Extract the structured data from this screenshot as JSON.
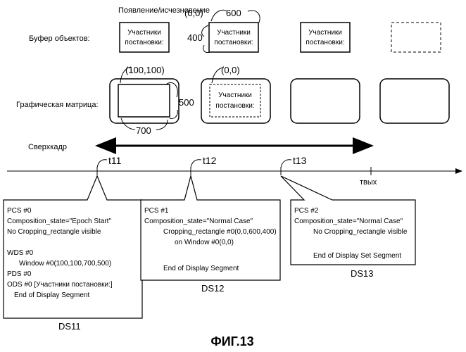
{
  "top_label": "Появление/исчезновение",
  "object_buffer": {
    "label": "Буфер объектов:",
    "box_line1": "Участники",
    "box_line2": "постановки:",
    "origin": "(0,0)",
    "width": "600",
    "height": "400"
  },
  "graphics_plane": {
    "label": "Графическая матрица:",
    "origin_window": "(100,100)",
    "origin_crop": "(0,0)",
    "window_width": "700",
    "window_height": "500"
  },
  "superframe_label": "Сверхкадр",
  "timeline": {
    "t11": "t11",
    "t12": "t12",
    "t13": "t13",
    "tout": "твых"
  },
  "ds11": {
    "lines": [
      "PCS #0",
      "Composition_state=\"Epoch Start\"",
      "No Cropping_rectangle visible",
      "",
      "WDS #0",
      "Window #0(100,100,700,500)",
      "PDS #0",
      "ODS #0 [Участники постановки:]",
      "End of Display Segment"
    ],
    "caption": "DS11"
  },
  "ds12": {
    "lines": [
      "PCS #1",
      "Composition_state=\"Normal Case\"",
      "Cropping_rectangle #0(0,0,600,400)",
      "on Window #0(0,0)",
      "",
      "End of Display Segment"
    ],
    "caption": "DS12"
  },
  "ds13": {
    "lines": [
      "PCS #2",
      "Composition_state=\"Normal Case\"",
      "No Cropping_rectangle visible",
      "",
      "End of Display Set Segment"
    ],
    "caption": "DS13"
  },
  "figure_caption": "ФИГ.13"
}
